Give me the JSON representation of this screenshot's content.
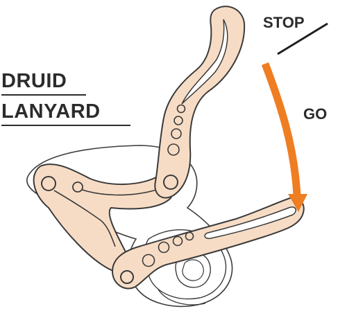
{
  "title": {
    "line1": "DRUID",
    "line2": "LANYARD"
  },
  "labels": {
    "stop": "STOP",
    "go": "GO"
  },
  "colors": {
    "device_fill": "#f7dcc5",
    "outline": "#3a3a3a",
    "arrow": "#ef7d22",
    "line": "#1f1f1f"
  }
}
